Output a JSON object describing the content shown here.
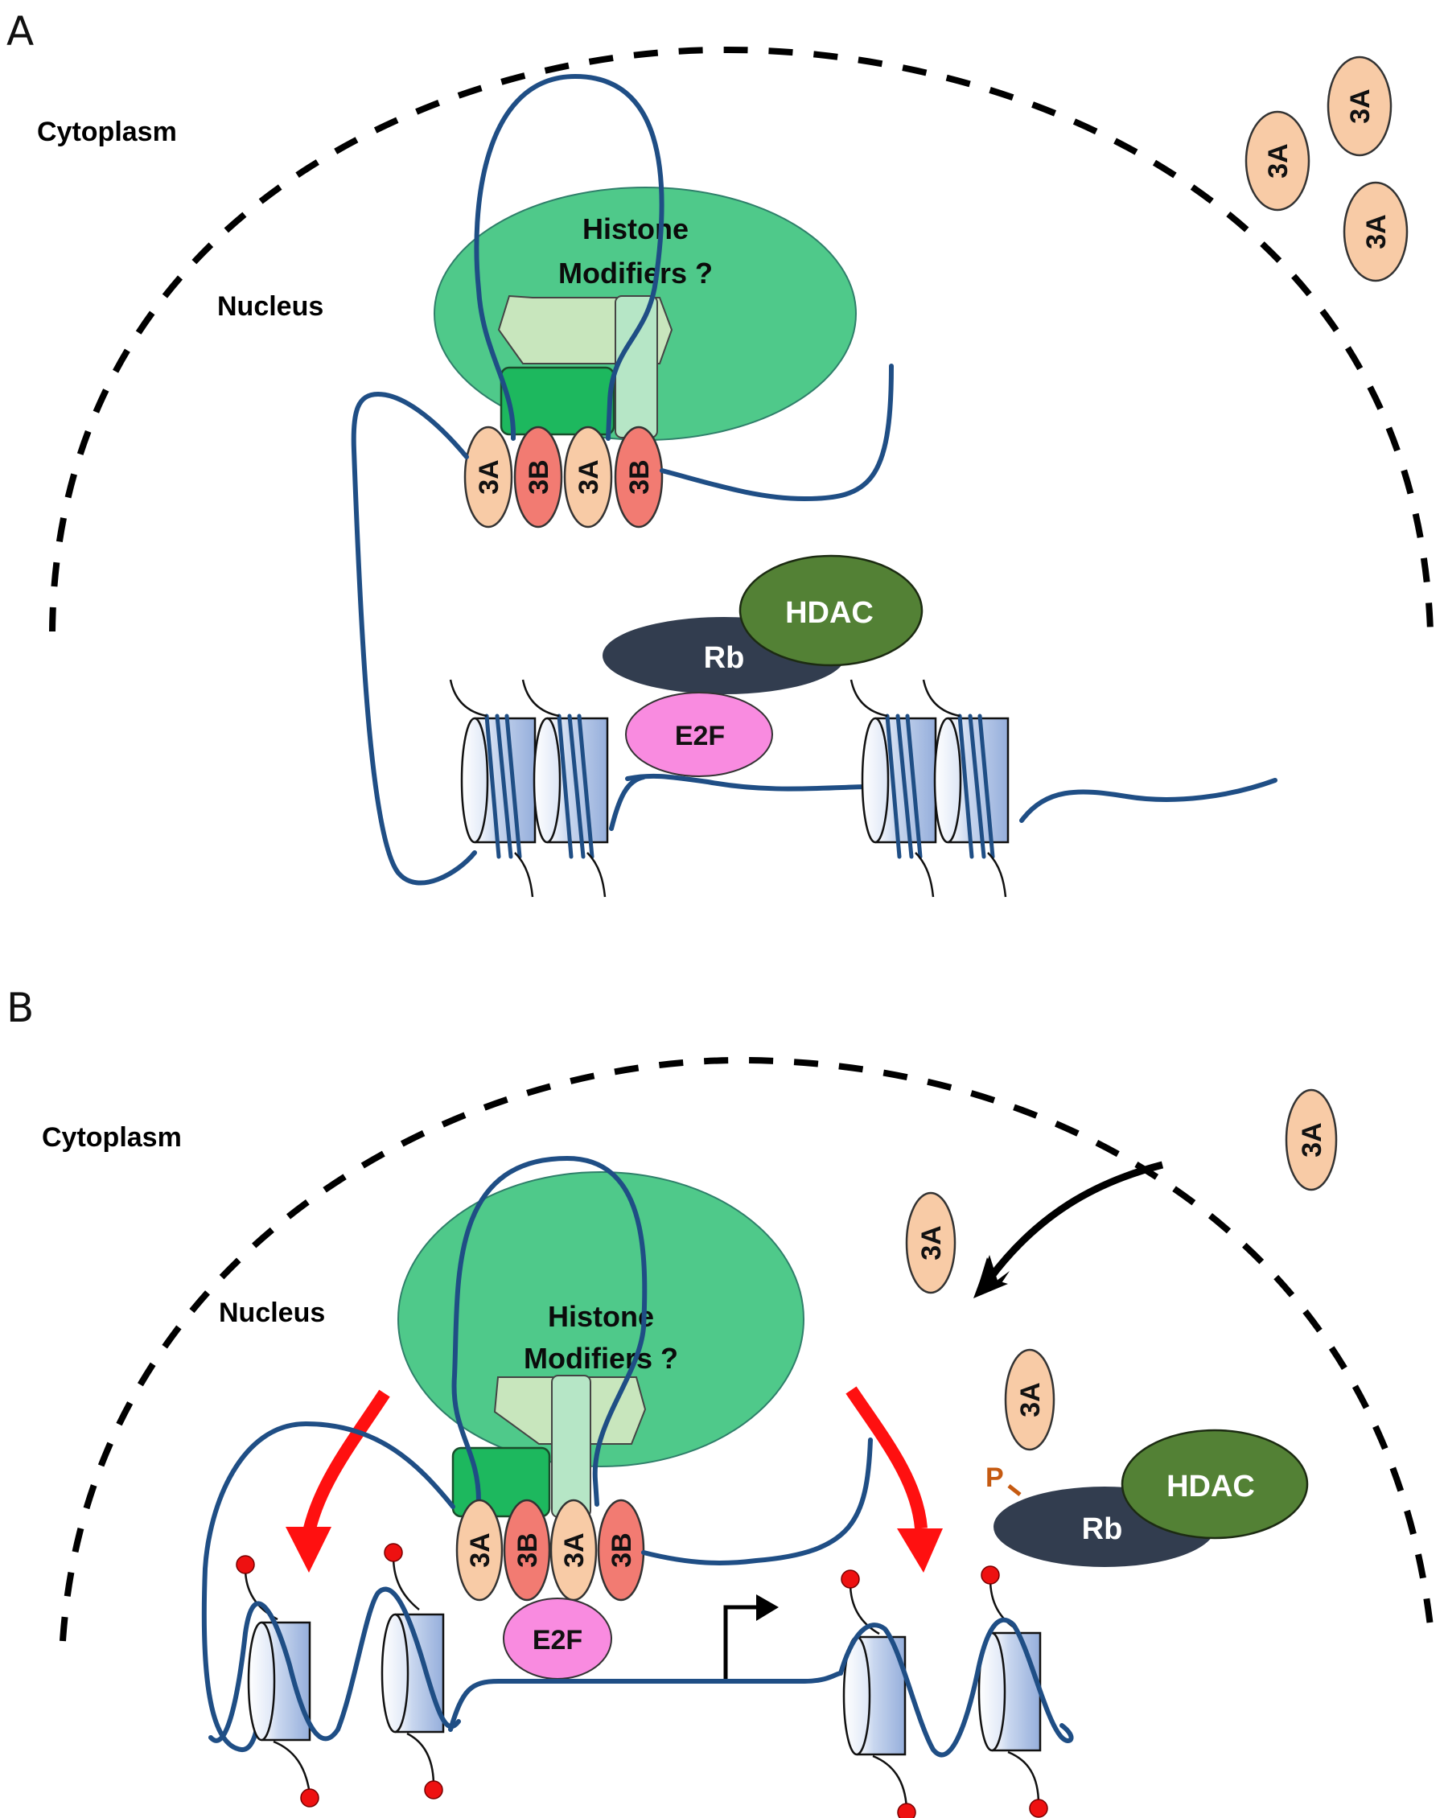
{
  "figure": {
    "panels": [
      {
        "letter": "A",
        "state": "repressed",
        "labels": {
          "cytoplasm": "Cytoplasm",
          "nucleus": "Nucleus",
          "histone_modifiers_line1": "Histone",
          "histone_modifiers_line2": "Modifiers ?"
        },
        "dnmt_complex": [
          "3A",
          "3B",
          "3A",
          "3B"
        ],
        "cytoplasmic_proteins": [
          "3A",
          "3A",
          "3A"
        ],
        "rb_complex": {
          "rb": "Rb",
          "hdac": "HDAC",
          "e2f": "E2F"
        },
        "nucleosome_groups": 2,
        "nucleosomes_per_group": 2
      },
      {
        "letter": "B",
        "state": "active",
        "labels": {
          "cytoplasm": "Cytoplasm",
          "nucleus": "Nucleus",
          "histone_modifiers_line1": "Histone",
          "histone_modifiers_line2": "Modifiers ?",
          "phospho": "P"
        },
        "dnmt_complex": [
          "3A",
          "3B",
          "3A",
          "3B"
        ],
        "nuclear_free_proteins": [
          "3A",
          "3A"
        ],
        "cytoplasmic_proteins": [
          "3A"
        ],
        "rb_complex": {
          "rb": "Rb",
          "hdac": "HDAC",
          "e2f": "E2F"
        },
        "nucleosome_groups": 2,
        "nucleosomes_per_group": 2
      }
    ],
    "colors": {
      "dnmt3a": "#f8cba6",
      "dnmt3b": "#f27b72",
      "histone_modifier_ellipse": "#4fc98a",
      "modifier_dark_rect": "#1db85e",
      "modifier_hexagon": "#c8e6bd",
      "modifier_light_rect": "#b6e6c6",
      "rb": "#323d4f",
      "hdac": "#538135",
      "e2f": "#f98be0",
      "dna": "#1f4e85",
      "nucleosome": "#b4c7e7",
      "methyl_mark": "#ee1111",
      "red_arrow": "#ff1010",
      "phospho": "#c55a11"
    }
  }
}
